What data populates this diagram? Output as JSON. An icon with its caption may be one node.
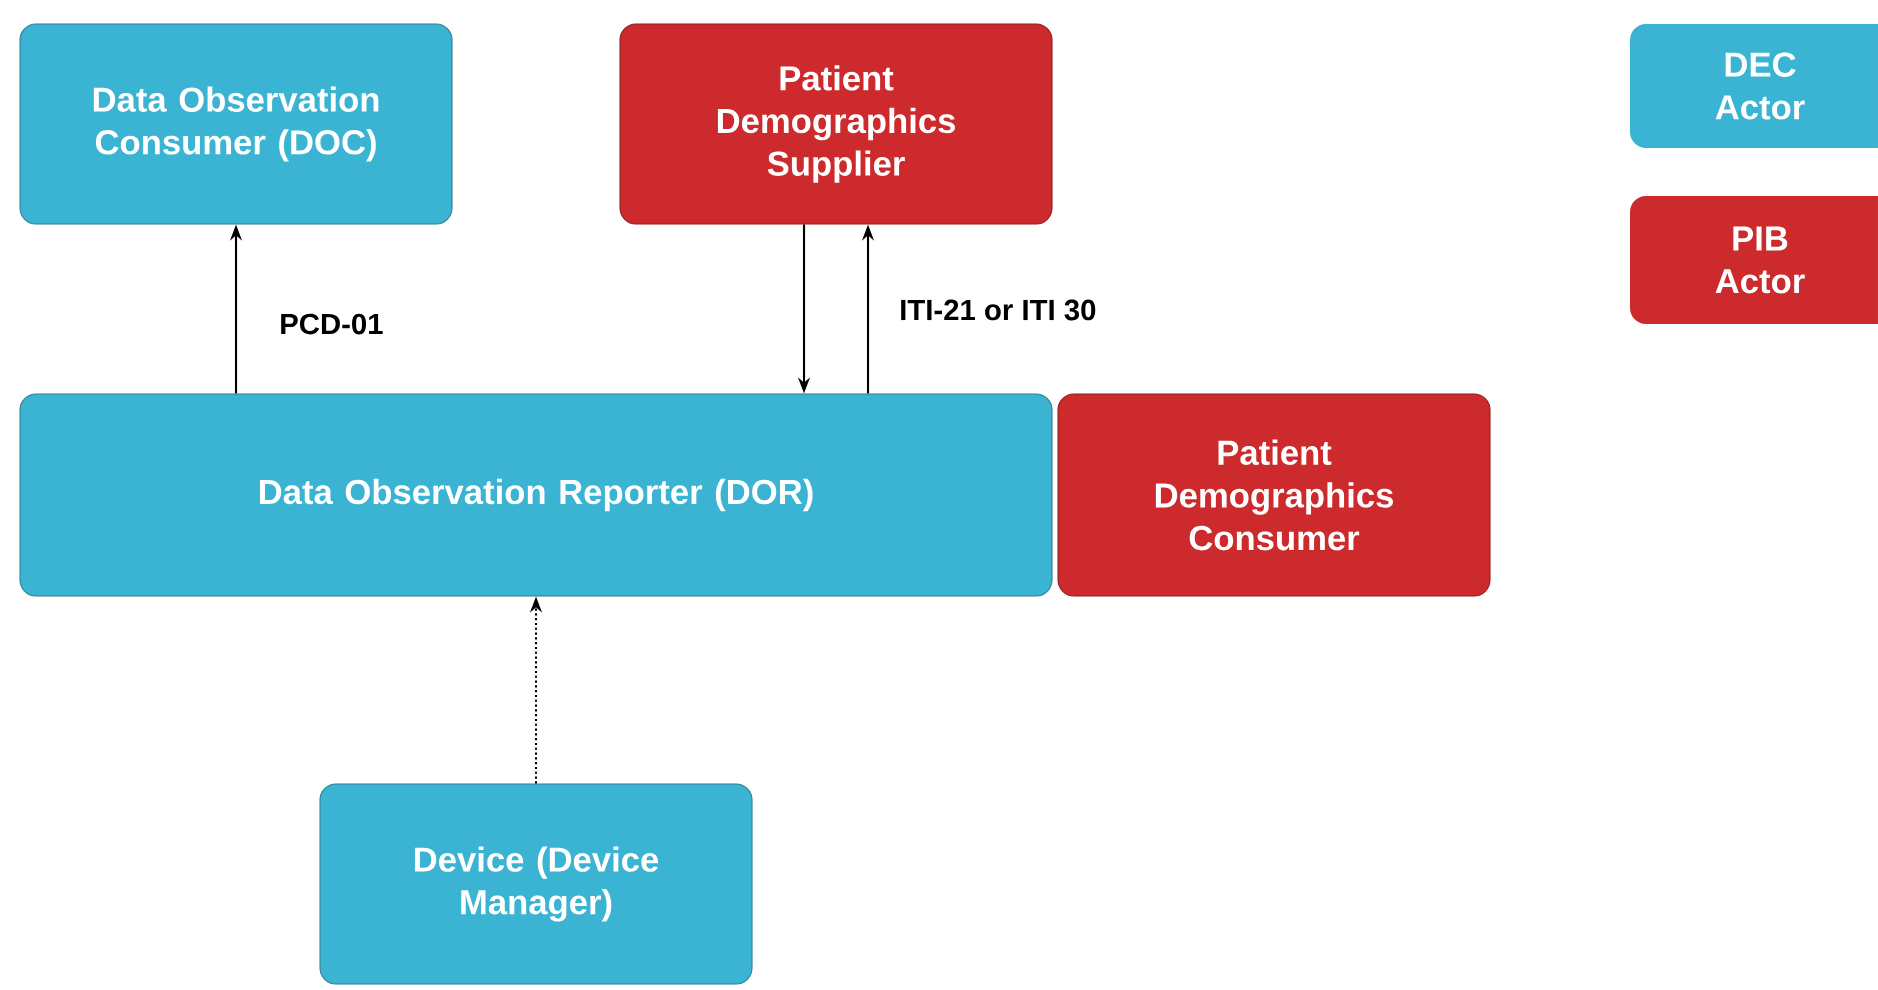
{
  "diagram": {
    "nodes": [
      {
        "text": [
          "Data Observation Consumer (DOC)"
        ]
      },
      {
        "text": [
          "Patient Demographics Supplier"
        ]
      },
      {
        "text": [
          "Data Observation Reporter (DOR)"
        ]
      },
      {
        "text": [
          "Patient Demographics Consumer"
        ]
      },
      {
        "text": [
          "Device (Device Manager)"
        ]
      }
    ],
    "edges": [
      {
        "from": 2,
        "to": 0,
        "arrow": "to",
        "label": "PCD-01"
      },
      {
        "from": 1,
        "to": 2,
        "arrow": "to"
      },
      {
        "from": 2,
        "to": 1,
        "arrow": "to",
        "label": "ITI-21 or ITI 30"
      },
      {
        "from": 4,
        "to": 2,
        "arrow": "to",
        "style": "dashed"
      }
    ],
    "legend": [
      {
        "text": "DEC Actor",
        "color": "#3ab4d2"
      },
      {
        "text": "PIB Actor",
        "color": "#cc2a2c"
      }
    ]
  }
}
